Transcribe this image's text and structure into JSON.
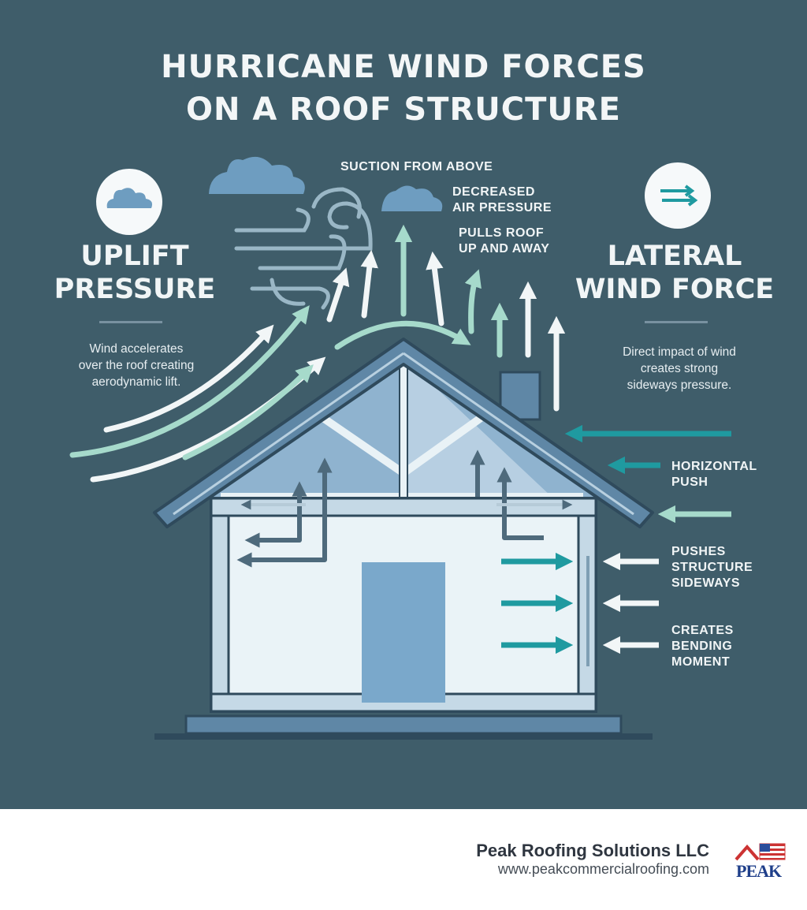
{
  "title": {
    "line1": "HURRICANE WIND FORCES",
    "line2": "ON A ROOF STRUCTURE"
  },
  "uplift": {
    "icon": "cloud-icon",
    "heading_line1": "UPLIFT",
    "heading_line2": "PRESSURE",
    "desc_line1": "Wind accelerates",
    "desc_line2": "over the roof creating",
    "desc_line3": "aerodynamic lift."
  },
  "lateral": {
    "icon": "wind-arrows-icon",
    "heading_line1": "LATERAL",
    "heading_line2": "WIND FORCE",
    "desc_line1": "Direct impact of wind",
    "desc_line2": "creates strong",
    "desc_line3": "sideways pressure."
  },
  "callouts": {
    "suction": "SUCTION FROM ABOVE",
    "decreased_line1": "DECREASED",
    "decreased_line2": "AIR PRESSURE",
    "pulls_line1": "PULLS ROOF",
    "pulls_line2": "UP AND AWAY",
    "horizontal_line1": "HORIZONTAL",
    "horizontal_line2": "PUSH",
    "pushes_line1": "PUSHES",
    "pushes_line2": "STRUCTURE",
    "pushes_line3": "SIDEWAYS",
    "bending_line1": "CREATES",
    "bending_line2": "BENDING",
    "bending_line3": "MOMENT"
  },
  "footer": {
    "company": "Peak Roofing Solutions LLC",
    "url": "www.peakcommercialroofing.com",
    "logo_text": "PEAK"
  },
  "colors": {
    "background": "#3f5d6a",
    "house_outline": "#2f4a5c",
    "roof": "#5f87a6",
    "wall": "#eaf3f7",
    "door": "#7aa8cb",
    "teal_arrow": "#1f9aa0",
    "mint_arrow": "#9fd4c4",
    "white_arrow": "#f2f6f7"
  }
}
